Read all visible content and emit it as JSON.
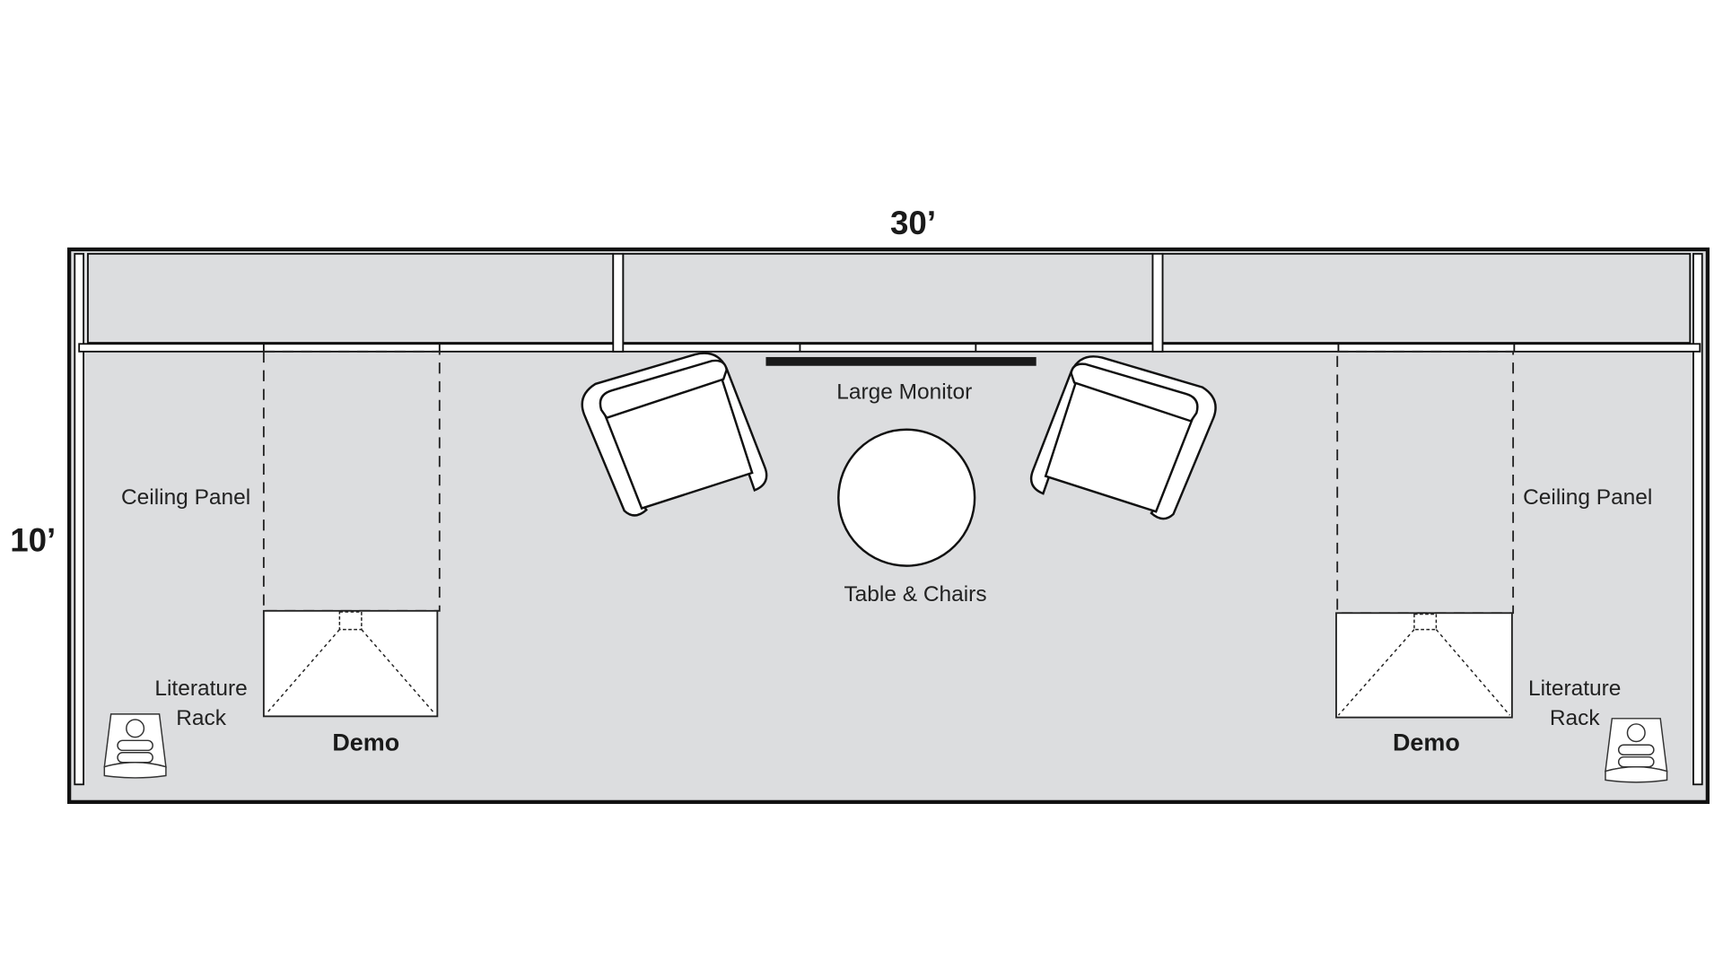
{
  "dimensions": {
    "width": "30’",
    "depth": "10’"
  },
  "labels": {
    "large_monitor": "Large Monitor",
    "table_chairs": "Table & Chairs",
    "ceiling_panel_left": "Ceiling Panel",
    "ceiling_panel_right": "Ceiling Panel",
    "literature_left_1": "Literature",
    "literature_left_2": "Rack",
    "literature_right_1": "Literature",
    "literature_right_2": "Rack",
    "demo_left": "Demo",
    "demo_right": "Demo"
  },
  "colors": {
    "floor": "#dcdddf",
    "wall": "#111111",
    "furniture": "#ffffff"
  }
}
